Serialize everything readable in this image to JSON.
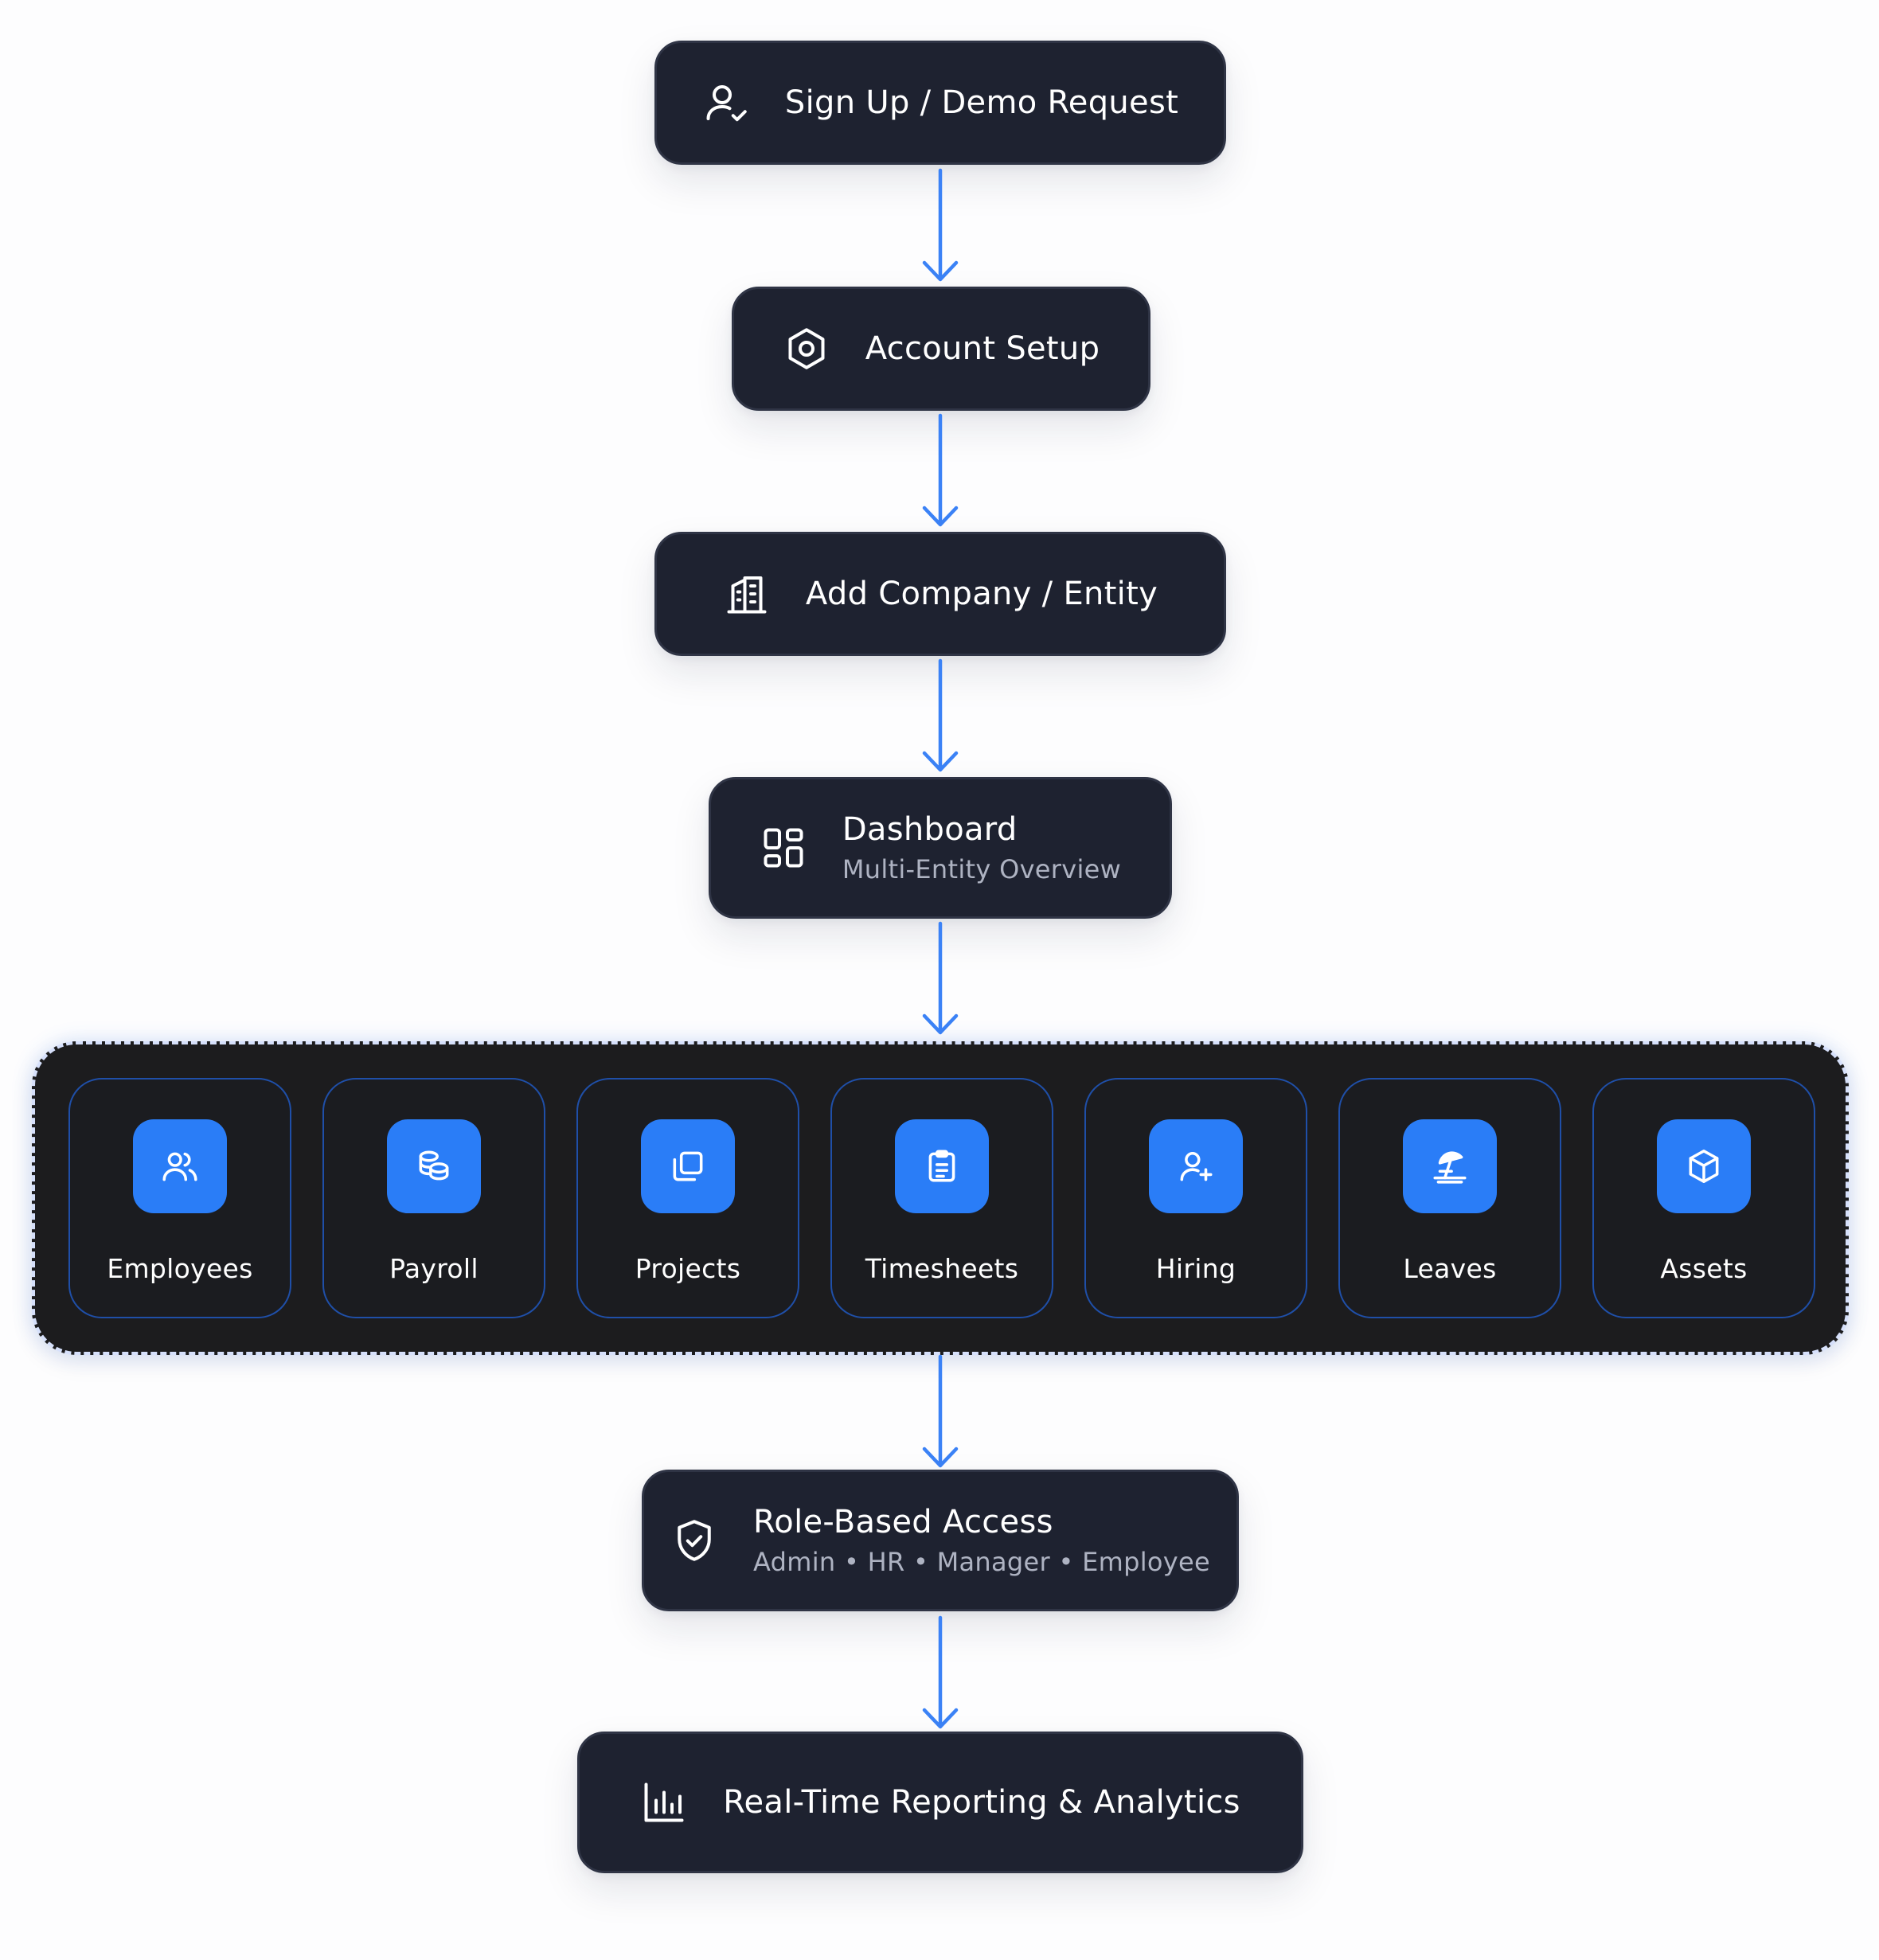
{
  "steps": {
    "signup": {
      "title": "Sign Up / Demo Request",
      "icon": "user-check-icon"
    },
    "account": {
      "title": "Account Setup",
      "icon": "hexagon-settings-icon"
    },
    "company": {
      "title": "Add Company / Entity",
      "icon": "building-icon"
    },
    "dashboard": {
      "title": "Dashboard",
      "subtitle": "Multi-Entity Overview",
      "icon": "layout-grid-icon"
    },
    "access": {
      "title": "Role-Based Access",
      "subtitle": "Admin • HR • Manager • Employee",
      "icon": "shield-check-icon"
    },
    "reporting": {
      "title": "Real-Time Reporting & Analytics",
      "icon": "bar-chart-icon"
    }
  },
  "modules": [
    {
      "label": "Employees",
      "icon": "users-icon"
    },
    {
      "label": "Payroll",
      "icon": "coins-icon"
    },
    {
      "label": "Projects",
      "icon": "copy-icon"
    },
    {
      "label": "Timesheets",
      "icon": "clipboard-icon"
    },
    {
      "label": "Hiring",
      "icon": "user-plus-icon"
    },
    {
      "label": "Leaves",
      "icon": "beach-umbrella-icon"
    },
    {
      "label": "Assets",
      "icon": "box-icon"
    }
  ],
  "colors": {
    "node_background": "#1e2230",
    "arrow": "#3b82f6",
    "module_tile": "#2a7df7",
    "module_border": "#1f4fa8"
  }
}
